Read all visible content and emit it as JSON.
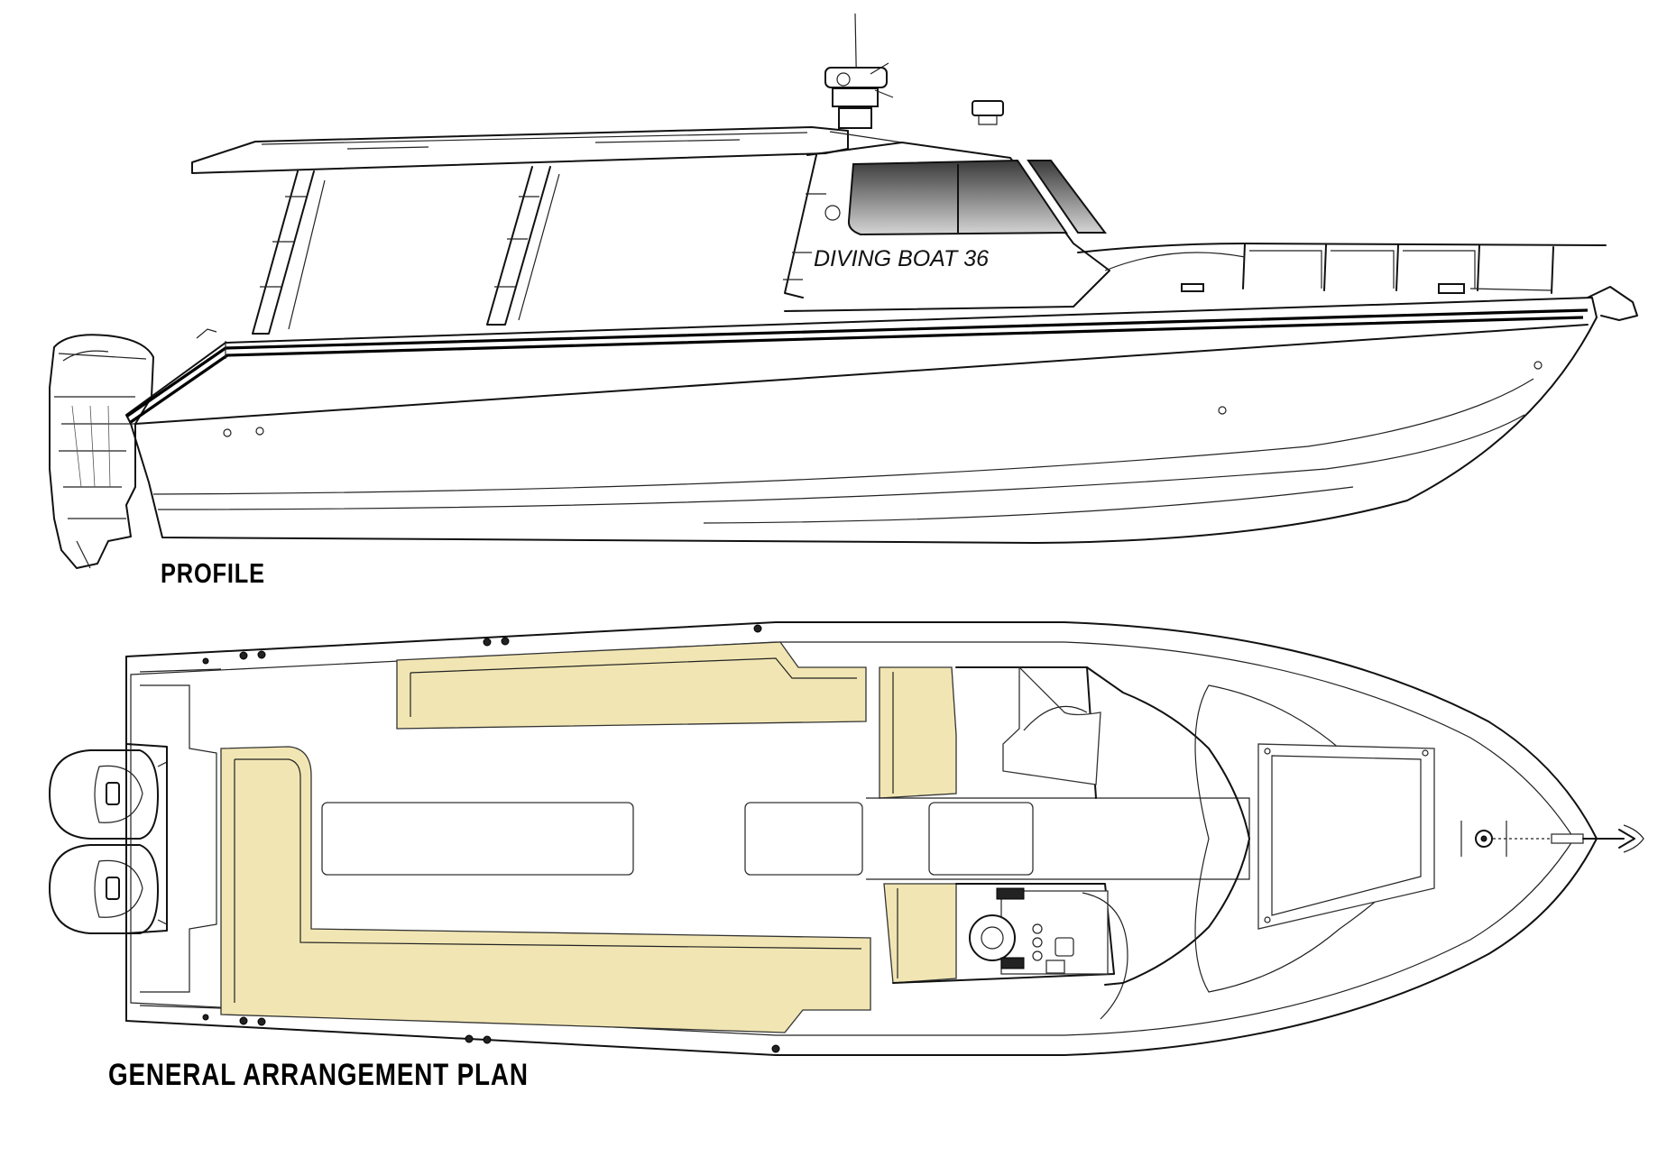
{
  "drawing": {
    "hull_name": "DIVING BOAT 36",
    "views": {
      "profile_label": "PROFILE",
      "plan_label": "GENERAL ARRANGEMENT PLAN"
    },
    "colors": {
      "line": "#111111",
      "seating_pads": "#f1e6b3",
      "cabin_glass": "#5a5a5a",
      "background": "#ffffff"
    }
  }
}
